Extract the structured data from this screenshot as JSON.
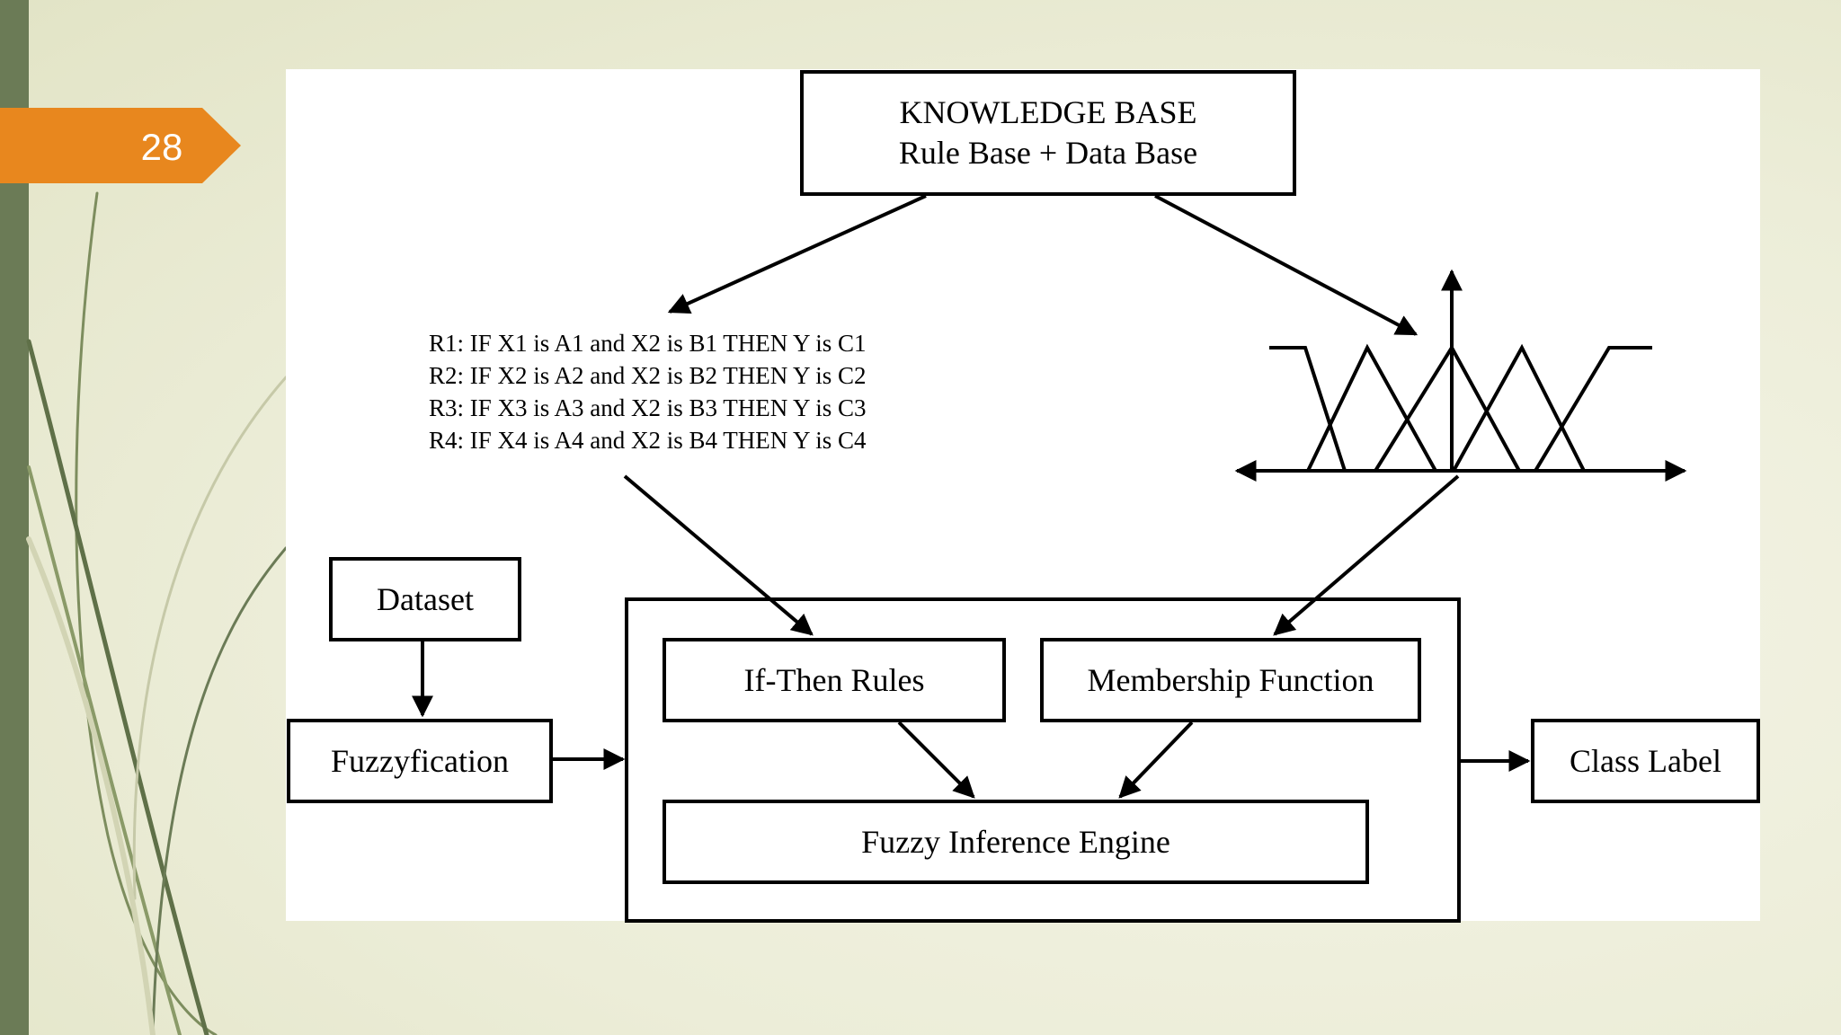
{
  "slide": {
    "page_number": "28",
    "accent_color": "#e8871e",
    "sidebar_color": "#6b7b56"
  },
  "diagram": {
    "knowledge_base": {
      "title": "KNOWLEDGE BASE",
      "subtitle": "Rule Base + Data Base"
    },
    "rules": [
      "R1: IF X1 is A1 and X2 is B1 THEN Y is C1",
      "R2: IF X2 is A2 and X2 is B2 THEN Y is C2",
      "R3: IF X3 is A3 and X2 is B3 THEN Y is C3",
      "R4: IF X4 is A4 and X2 is B4 THEN Y is C4"
    ],
    "nodes": {
      "dataset": "Dataset",
      "fuzzyfication": "Fuzzyfication",
      "if_then_rules": "If-Then Rules",
      "membership_function": "Membership Function",
      "fuzzy_inference_engine": "Fuzzy Inference Engine",
      "class_label": "Class Label"
    }
  }
}
